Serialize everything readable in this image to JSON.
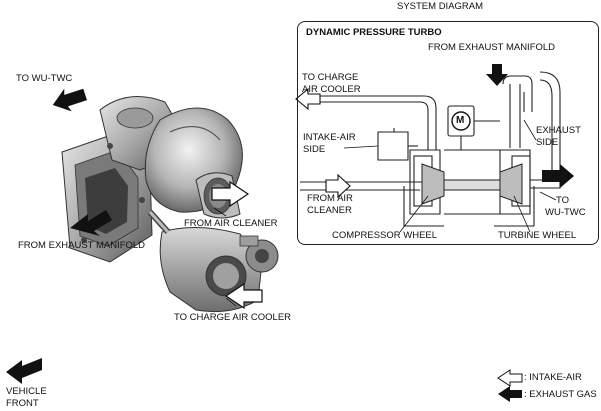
{
  "header": {
    "title": "SYSTEM DIAGRAM"
  },
  "left_view": {
    "to_wu_twc": "TO WU-TWC",
    "from_air_cleaner": "FROM AIR CLEANER",
    "from_exhaust_manifold": "FROM EXHAUST MANIFOLD",
    "to_charge_air_cooler": "TO CHARGE AIR COOLER",
    "vehicle_front_line1": "VEHICLE",
    "vehicle_front_line2": "FRONT"
  },
  "system_diagram": {
    "title": "DYNAMIC PRESSURE TURBO",
    "from_exhaust_manifold": "FROM EXHAUST MANIFOLD",
    "to_charge_air_cooler_line1": "TO CHARGE",
    "to_charge_air_cooler_line2": "AIR COOLER",
    "intake_air_side_line1": "INTAKE-AIR",
    "intake_air_side_line2": "SIDE",
    "exhaust_side_line1": "EXHAUST",
    "exhaust_side_line2": "SIDE",
    "from_air_cleaner_line1": "FROM AIR",
    "from_air_cleaner_line2": "CLEANER",
    "to_wu_twc_line1": "TO",
    "to_wu_twc_line2": "WU-TWC",
    "compressor_wheel": "COMPRESSOR WHEEL",
    "turbine_wheel": "TURBINE WHEEL",
    "motor_symbol": "M"
  },
  "legend": {
    "intake_air": ": INTAKE-AIR",
    "exhaust_gas": ": EXHAUST GAS"
  }
}
